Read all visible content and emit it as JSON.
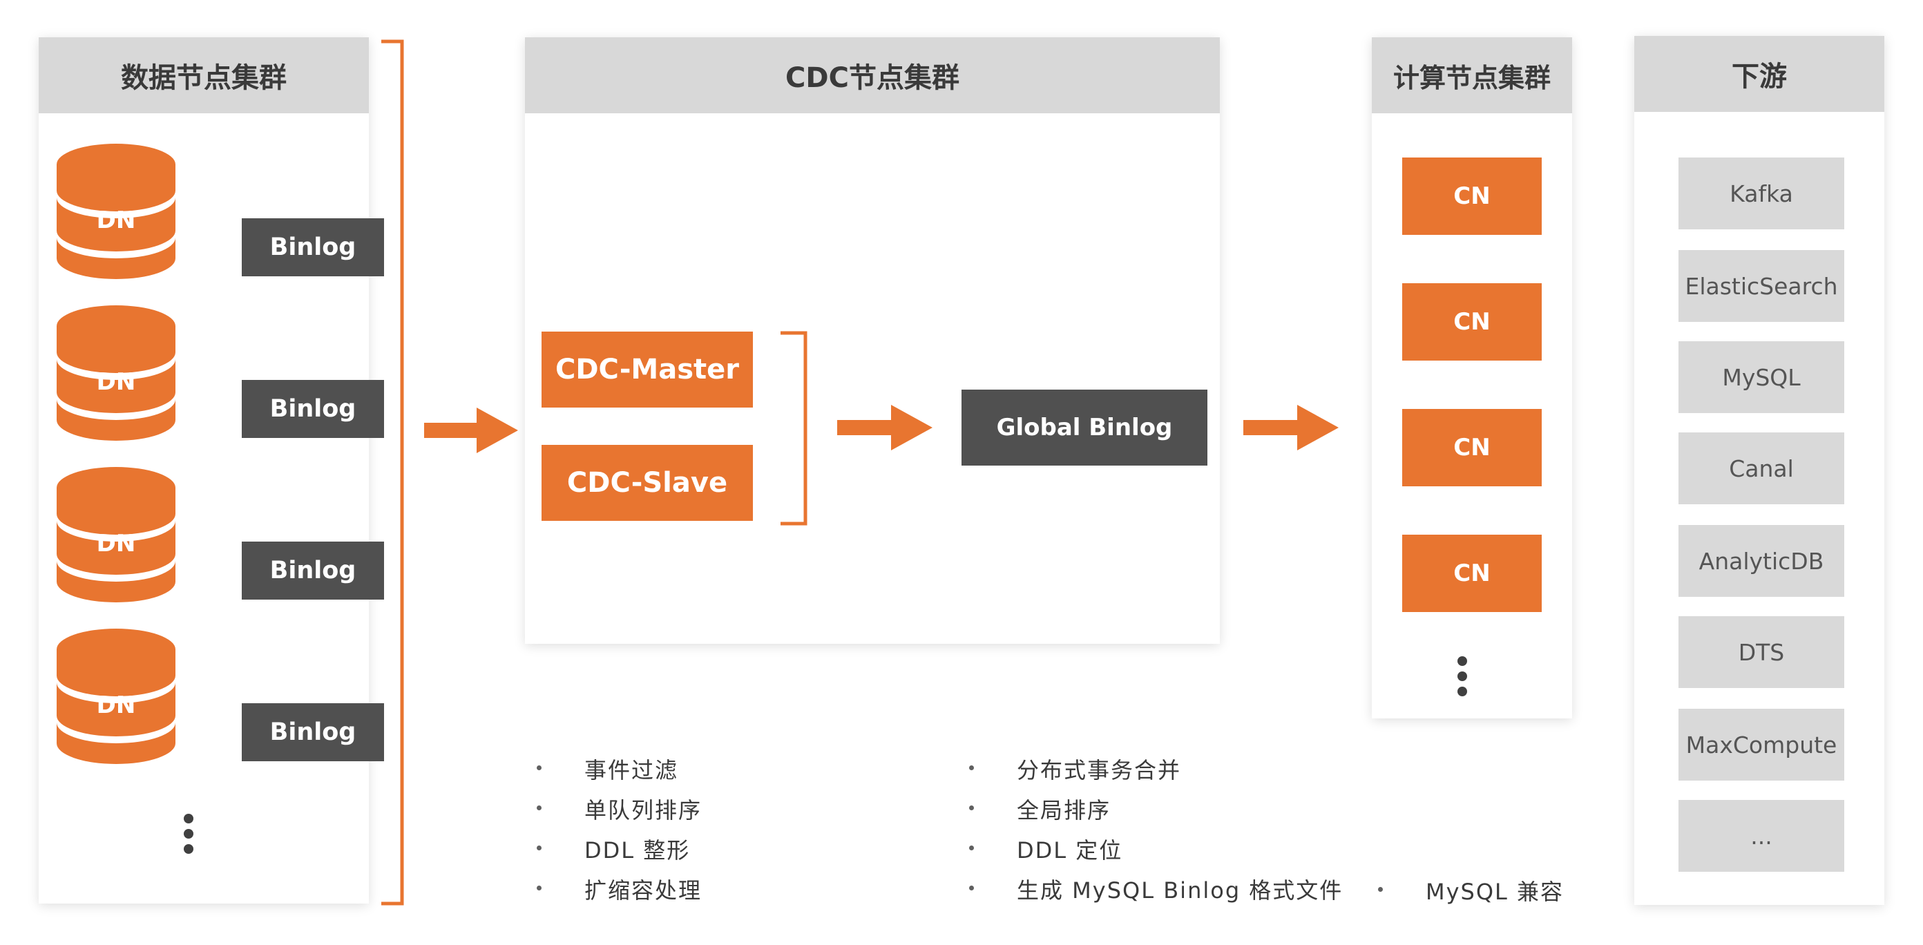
{
  "colors": {
    "orange": "#e87530",
    "dark": "#505050",
    "header": "#d8d8d8",
    "gray_box": "#d9d9d9"
  },
  "data_cluster": {
    "title": "数据节点集群",
    "nodes": [
      {
        "label": "DN",
        "binlog": "Binlog"
      },
      {
        "label": "DN",
        "binlog": "Binlog"
      },
      {
        "label": "DN",
        "binlog": "Binlog"
      },
      {
        "label": "DN",
        "binlog": "Binlog"
      }
    ]
  },
  "cdc_cluster": {
    "title": "CDC节点集群",
    "master": "CDC-Master",
    "slave": "CDC-Slave",
    "global_binlog": "Global Binlog"
  },
  "compute_cluster": {
    "title": "计算节点集群",
    "nodes": [
      "CN",
      "CN",
      "CN",
      "CN"
    ]
  },
  "downstream": {
    "title": "下游",
    "items": [
      "Kafka",
      "ElasticSearch",
      "MySQL",
      "Canal",
      "AnalyticDB",
      "DTS",
      "MaxCompute",
      "..."
    ]
  },
  "features": {
    "col1": [
      "事件过滤",
      "单队列排序",
      "DDL 整形",
      "扩缩容处理"
    ],
    "col2": [
      "分布式事务合并",
      "全局排序",
      "DDL 定位",
      "生成 MySQL Binlog 格式文件"
    ],
    "col3": [
      "MySQL 兼容"
    ]
  }
}
